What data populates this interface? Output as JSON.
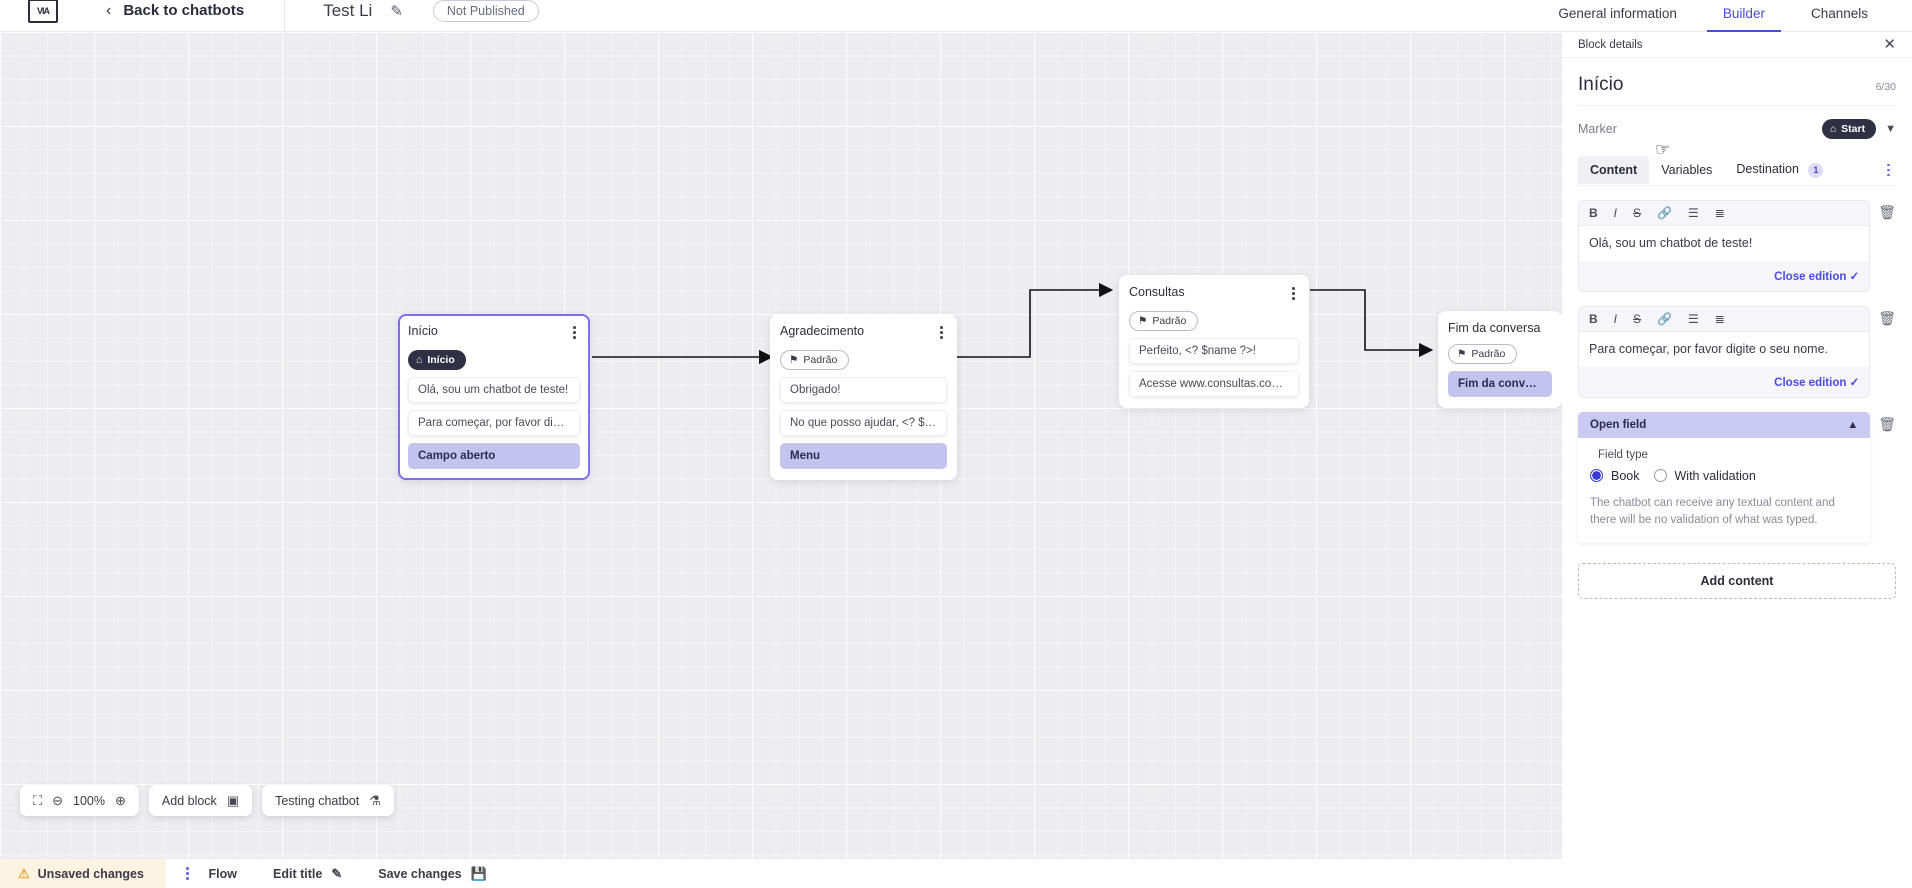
{
  "topbar": {
    "logo": "logo-icon",
    "back_label": "Back to chatbots",
    "bot_title": "Test Li",
    "edit_icon": "pencil-icon",
    "status_pill": "Not Published",
    "tabs": [
      {
        "label": "General information",
        "active": false
      },
      {
        "label": "Builder",
        "active": true
      },
      {
        "label": "Channels",
        "active": false
      }
    ]
  },
  "canvas": {
    "nodes": [
      {
        "title": "Início",
        "badge": "Início",
        "badge_icon": "home-icon",
        "badge_style": "start",
        "selected": true,
        "rows": [
          {
            "text": "Olá, sou um chatbot de teste!",
            "highlight": false
          },
          {
            "text": "Para começar, por favor digite o ...",
            "highlight": false
          },
          {
            "text": "Campo aberto",
            "highlight": true
          }
        ]
      },
      {
        "title": "Agradecimento",
        "badge": "Padrão",
        "badge_icon": "tag-icon",
        "badge_style": "default",
        "selected": false,
        "rows": [
          {
            "text": "Obrigado!",
            "highlight": false
          },
          {
            "text": "No que posso ajudar, <? $name ...",
            "highlight": false
          },
          {
            "text": "Menu",
            "highlight": true
          }
        ]
      },
      {
        "title": "Consultas",
        "badge": "Padrão",
        "badge_icon": "tag-icon",
        "badge_style": "default",
        "selected": false,
        "rows": [
          {
            "text": "Perfeito, <? $name ?>!",
            "highlight": false
          },
          {
            "text": "Acesse www.consultas.com par...",
            "highlight": false
          }
        ]
      },
      {
        "title": "Fim da conversa",
        "badge": "Padrão",
        "badge_icon": "tag-icon",
        "badge_style": "default",
        "selected": false,
        "rows": [
          {
            "text": "Fim da conversa",
            "highlight": true
          }
        ]
      }
    ]
  },
  "toolbar": {
    "fit_icon": "fit-screen-icon",
    "zoom_out_icon": "zoom-out-icon",
    "zoom_level": "100%",
    "zoom_in_icon": "zoom-in-icon",
    "add_block_label": "Add block",
    "add_block_icon": "add-block-icon",
    "testing_label": "Testing chatbot",
    "testing_icon": "flask-icon"
  },
  "statusbar": {
    "warning_icon": "warning-triangle-icon",
    "unsaved_label": "Unsaved changes",
    "kebab_icon": "kebab-menu-icon",
    "flow_label": "Flow",
    "edit_title_label": "Edit title",
    "edit_title_icon": "pencil-icon",
    "save_label": "Save changes",
    "save_icon": "save-disk-icon"
  },
  "panel": {
    "header_label": "Block details",
    "close_icon": "close-icon",
    "block_title": "Início",
    "char_count": "6/30",
    "marker_label": "Marker",
    "marker_value": "Start",
    "marker_icon": "home-icon",
    "marker_chevron": "chevron-down-icon",
    "tabs": [
      {
        "label": "Content",
        "active": true,
        "badge": null
      },
      {
        "label": "Variables",
        "active": false,
        "badge": null
      },
      {
        "label": "Destination",
        "active": false,
        "badge": "1"
      }
    ],
    "tab_kebab_icon": "kebab-menu-icon",
    "editor_tools": [
      "B",
      "I",
      "S",
      "link-icon",
      "bullet-list-icon",
      "numbered-list-icon"
    ],
    "editors": [
      {
        "text": "Olá, sou um chatbot de teste!",
        "close_label": "Close edition",
        "check_icon": "check-icon",
        "delete_icon": "trash-icon"
      },
      {
        "text": "Para começar, por favor digite o seu nome.",
        "close_label": "Close edition",
        "check_icon": "check-icon",
        "delete_icon": "trash-icon"
      }
    ],
    "open_field": {
      "title": "Open field",
      "collapse_icon": "chevron-up-icon",
      "delete_icon": "trash-icon",
      "field_type_label": "Field type",
      "options": [
        {
          "label": "Book",
          "selected": true
        },
        {
          "label": "With validation",
          "selected": false
        }
      ],
      "description": "The chatbot can receive any textual content and there will be no validation of what was typed."
    },
    "add_content_label": "Add content"
  },
  "colors": {
    "accent": "#4a4ae0",
    "highlight_row": "#c3c3f0",
    "panel_section": "#c9c9f2",
    "warning_bg": "#fdf3e2",
    "dark_badge": "#2f3044"
  }
}
